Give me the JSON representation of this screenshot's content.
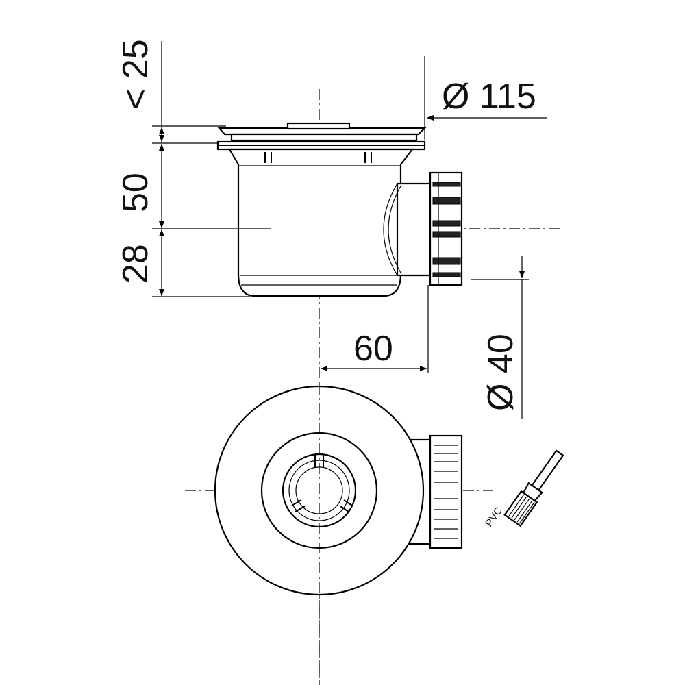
{
  "dimensions": {
    "height_grate": "< 25",
    "diameter_top": "Ø 115",
    "height_body": "50",
    "height_outlet": "28",
    "outlet_offset": "60",
    "diameter_outlet": "Ø 40"
  },
  "brush_label": "PVC",
  "icons": [
    "pvc-glue-brush-icon"
  ]
}
